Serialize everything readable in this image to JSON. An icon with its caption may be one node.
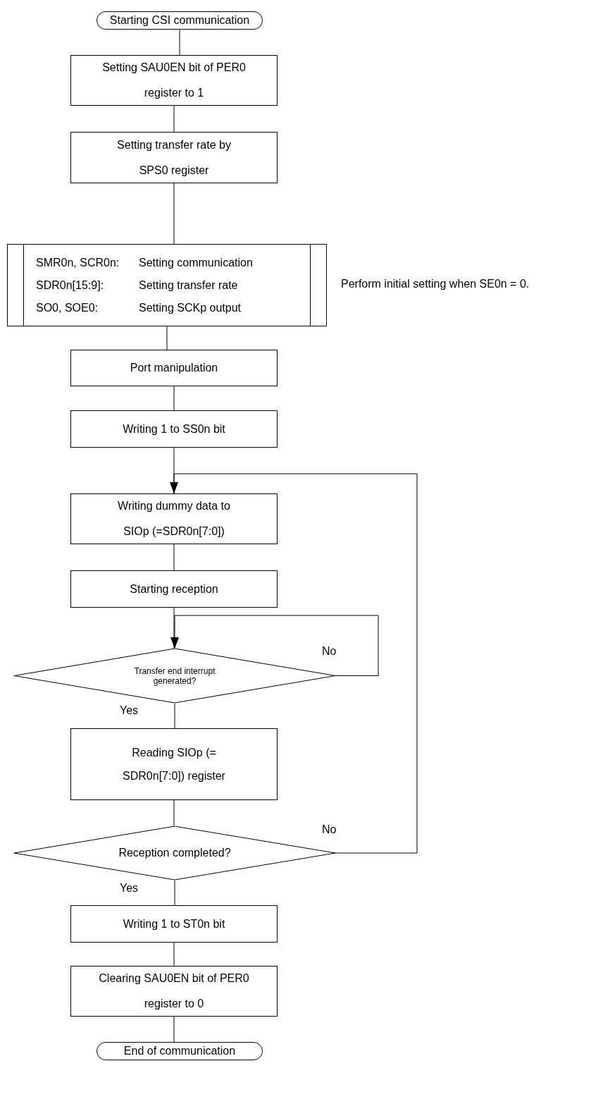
{
  "diagram": {
    "nodes": [
      {
        "text": [
          "Starting CSI communication"
        ]
      },
      {
        "text": [
          "Setting SAU0EN bit of PER0 register to 1"
        ]
      },
      {
        "text": [
          "Setting transfer rate by SPS0 register"
        ]
      },
      {
        "text": [
          "SMR0n, SCR0n:",
          "Setting communication",
          "SDR0n[15:9]:",
          "Setting transfer rate",
          "SO0, SOE0:",
          "Setting SCKp output"
        ],
        "beside": [
          "Perform initial setting when SE0n = 0."
        ]
      },
      {
        "text": [
          "Port manipulation"
        ]
      },
      {
        "text": [
          "Writing 1 to SS0n bit"
        ]
      },
      {
        "text": [
          "Writing dummy data to SIOp (=SDR0n[7:0])"
        ]
      },
      {
        "text": [
          "Starting reception"
        ]
      },
      {
        "text": [
          "Transfer end interrupt generated?"
        ]
      },
      {
        "text": [
          "Reading SIOp (= SDR0n[7:0]) register"
        ]
      },
      {
        "text": [
          "Reception completed?"
        ]
      },
      {
        "text": [
          "Writing 1 to ST0n bit"
        ]
      },
      {
        "text": [
          "Clearing SAU0EN bit of PER0 register to 0"
        ]
      },
      {
        "text": [
          "End of communication"
        ]
      }
    ],
    "edges": [
      {
        "from": 0,
        "to": 1,
        "arrow": "none"
      },
      {
        "from": 1,
        "to": 2,
        "arrow": "none"
      },
      {
        "from": 2,
        "to": 3,
        "arrow": "none"
      },
      {
        "from": 3,
        "to": 4,
        "arrow": "none"
      },
      {
        "from": 4,
        "to": 5,
        "arrow": "none"
      },
      {
        "from": 5,
        "to": 6,
        "arrow": "none"
      },
      {
        "from": 6,
        "to": 7,
        "arrow": "none"
      },
      {
        "from": 7,
        "to": 8,
        "arrow": "none"
      },
      {
        "from": 8,
        "to": 8,
        "arrow": "to",
        "label": "No"
      },
      {
        "from": 8,
        "to": 9,
        "arrow": "none",
        "label": "Yes"
      },
      {
        "from": 9,
        "to": 10,
        "arrow": "none"
      },
      {
        "from": 10,
        "to": 6,
        "arrow": "to",
        "label": "No"
      },
      {
        "from": 10,
        "to": 11,
        "arrow": "none",
        "label": "Yes"
      },
      {
        "from": 11,
        "to": 12,
        "arrow": "none"
      },
      {
        "from": 12,
        "to": 13,
        "arrow": "none"
      }
    ]
  }
}
